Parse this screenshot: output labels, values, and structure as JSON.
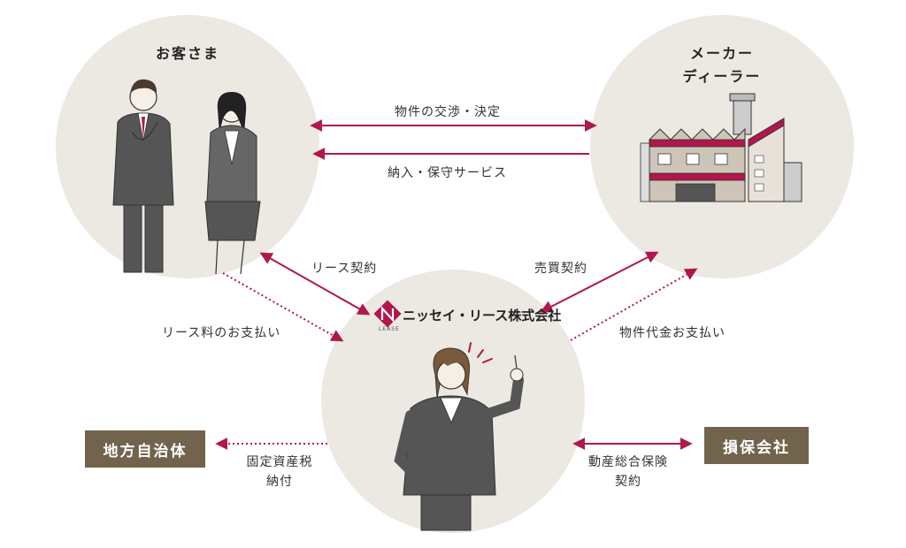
{
  "nodes": {
    "customer": {
      "title": "お客さま"
    },
    "maker": {
      "title_line1": "メーカー",
      "title_line2": "ディーラー"
    },
    "company": {
      "name": "ニッセイ・リース株式会社",
      "mark_sub": "LEASE"
    },
    "government": {
      "label": "地方自治体"
    },
    "insurer": {
      "label": "損保会社"
    }
  },
  "flows": {
    "negotiation": "物件の交渉・決定",
    "delivery": "納入・保守サービス",
    "lease_contract": "リース契約",
    "sales_contract": "売買契約",
    "lease_payment": "リース料のお支払い",
    "property_payment": "物件代金お支払い",
    "tax_line1": "固定資産税",
    "tax_line2": "納付",
    "insurance_line1": "動産総合保険",
    "insurance_line2": "契約"
  },
  "colors": {
    "accent": "#b0174a",
    "circle_bg": "#ece8e2",
    "box_bg": "#72634d"
  }
}
